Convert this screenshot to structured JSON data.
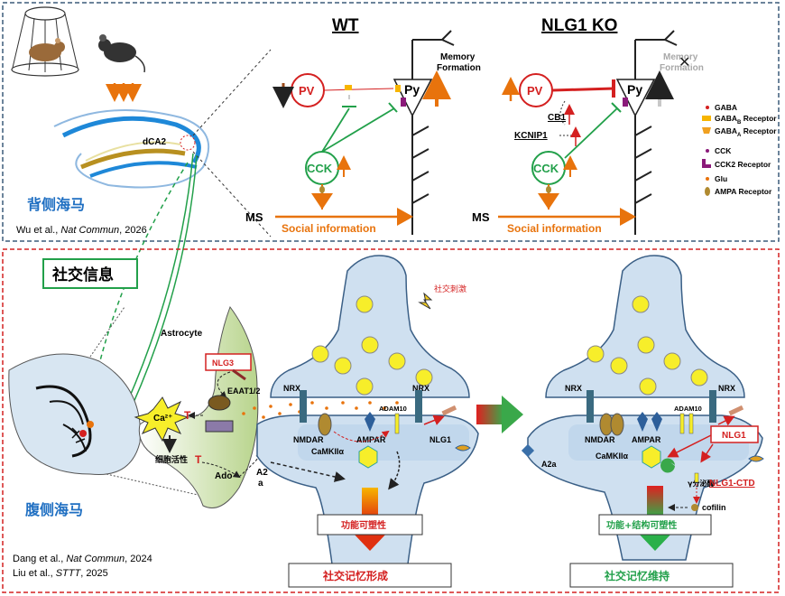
{
  "top_panel": {
    "region_label": "背侧海马",
    "subregion_label": "dCA2",
    "citation": {
      "authors": "Wu et al., ",
      "journal": "Nat Commun",
      "year": ", 2026"
    },
    "wt": {
      "title": "WT",
      "memory_line1": "Memory",
      "memory_line2": "Formation",
      "pv": "PV",
      "py": "Py",
      "cck": "CCK",
      "ms": "MS",
      "social_info": "Social information"
    },
    "ko": {
      "title": "NLG1 KO",
      "memory_line1": "Memory",
      "memory_line2": "Formation",
      "pv": "PV",
      "py": "Py",
      "cck": "CCK",
      "ms": "MS",
      "social_info": "Social information",
      "cb1": "CB1",
      "kcnip1": "KCNIP1",
      "blocked_mark": "✕"
    },
    "legend": [
      {
        "label": "GABA"
      },
      {
        "label": "GABA",
        "sub": "B",
        "suffix": " Receptor"
      },
      {
        "label": "GABA",
        "sub": "A",
        "suffix": " Receptor"
      },
      {
        "label": "CCK"
      },
      {
        "label": "CCK2 Receptor"
      },
      {
        "label": "Glu"
      },
      {
        "label": "AMPA Receptor"
      }
    ]
  },
  "bottom_panel": {
    "title": "社交信息",
    "region_label": "腹侧海马",
    "citation1": {
      "authors": "Dang et al., ",
      "journal": "Nat Commun",
      "year": ", 2024"
    },
    "citation2": {
      "authors": "Liu et al., ",
      "journal": "STTT",
      "year": ", 2025"
    },
    "astrocyte": "Astrocyte",
    "nlg3": "NLG3",
    "eaat": "EAAT1/2",
    "ca": "Ca²⁺",
    "cell_activity": "细胞活性",
    "ado": "Ado",
    "a2a_line1": "A2",
    "a2a_line2": "a",
    "stimulus": "社交刺激",
    "left_synapse": {
      "nrx_left": "NRX",
      "nrx_right": "NRX",
      "adam10": "ADAM10",
      "nmdar": "NMDAR",
      "ampar": "AMPAR",
      "camkii": "CaMKIIα",
      "nlg1": "NLG1",
      "plasticity": "功能可塑性",
      "outcome": "社交记忆形成"
    },
    "right_synapse": {
      "nrx_left": "NRX",
      "nrx_right": "NRX",
      "adam10": "ADAM10",
      "nmdar": "NMDAR",
      "ampar": "AMPAR",
      "camkii": "CaMKIIα",
      "nlg1": "NLG1",
      "a2a": "A2a",
      "gamma_secretase": "γ分泌酶",
      "nlg1_ctd": "NLG1-CTD",
      "cofilin": "cofilin",
      "plasticity": "功能+结构可塑性",
      "outcome": "社交记忆维持"
    }
  },
  "colors": {
    "top_border": "#3b5b7a",
    "bottom_border": "#d42020",
    "cn_blue": "#1f6fc2",
    "orange": "#e8730c",
    "green": "#22a04a",
    "red": "#d42020",
    "synapse_fill": "#cfe0f0",
    "synapse_stroke": "#3a5f86",
    "astro_fill": "#c9dea4",
    "vesicle": "#f7ee2a"
  }
}
